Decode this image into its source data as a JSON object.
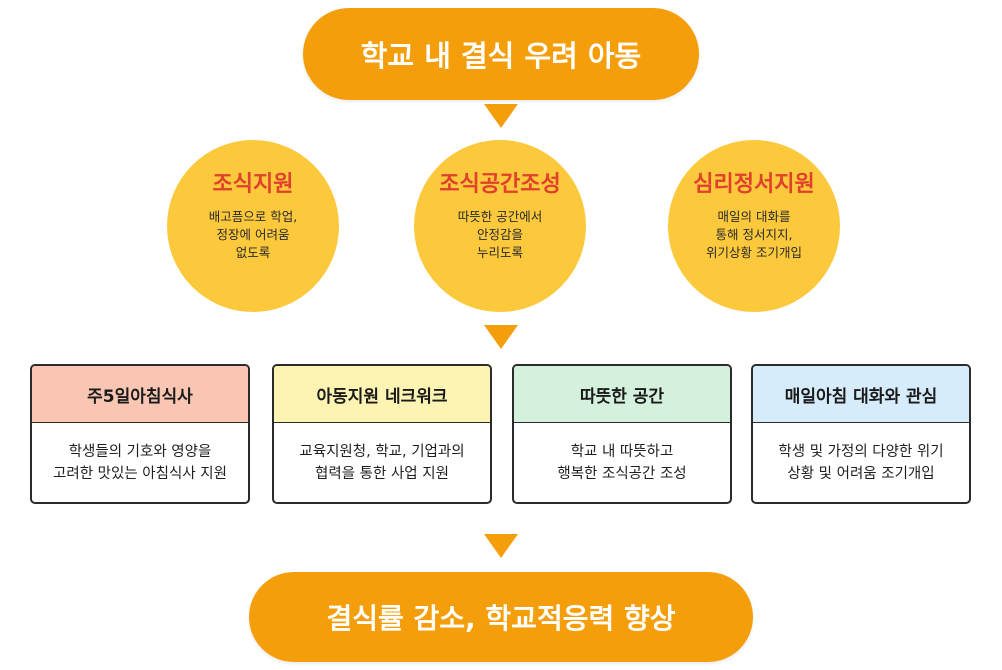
{
  "top_goal": "학교 내 결식 우려 아동",
  "supports": [
    {
      "title": "조식지원",
      "lines": [
        "배고픔으로 학업,",
        "정장에 어려움",
        "없도록"
      ]
    },
    {
      "title": "조식공간조성",
      "lines": [
        "따뜻한 공간에서",
        "안정감을",
        "누리도록"
      ]
    },
    {
      "title": "심리정서지원",
      "lines": [
        "매일의 대화를",
        "통해 정서지지,",
        "위기상황 조기개입"
      ]
    }
  ],
  "programs": [
    {
      "title": "주5일아침식사",
      "lines": [
        "학생들의 기호와 영양을",
        "고려한 맛있는 아침식사 지원"
      ],
      "header_color": "#f9c6b4"
    },
    {
      "title": "아동지원 네크워크",
      "lines": [
        "교육지원청, 학교, 기업과의",
        "협력을 통한 사업 지원"
      ],
      "header_color": "#fdf3b3"
    },
    {
      "title": "따뜻한 공간",
      "lines": [
        "학교 내 따뜻하고",
        "행복한 조식공간 조성"
      ],
      "header_color": "#d3f1dc"
    },
    {
      "title": "매일아침 대화와 관심",
      "lines": [
        "학생 및 가정의 다양한 위기",
        "상황 및 어려움 조기개입"
      ],
      "header_color": "#d6ecfa"
    }
  ],
  "outcome": "결식률 감소, 학교적응력 향상",
  "colors": {
    "accent_orange": "#f59e0b",
    "circle_yellow": "#fcc83c",
    "circle_title_red": "#e0412c"
  }
}
